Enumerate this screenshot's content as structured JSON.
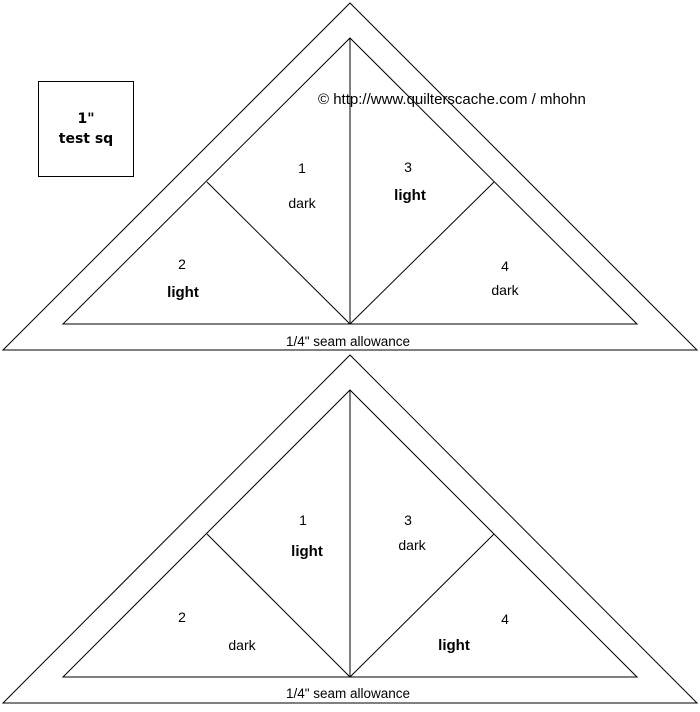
{
  "test_square": {
    "line1": "1\"",
    "line2": "test sq"
  },
  "copyright": "© http://www.quilterscache.com / mhohn",
  "blocks": [
    {
      "seam_label": "1/4\" seam allowance",
      "pieces": [
        {
          "number": "1",
          "shade": "dark"
        },
        {
          "number": "2",
          "shade": "light"
        },
        {
          "number": "3",
          "shade": "light"
        },
        {
          "number": "4",
          "shade": "dark"
        }
      ]
    },
    {
      "seam_label": "1/4\" seam allowance",
      "pieces": [
        {
          "number": "1",
          "shade": "light"
        },
        {
          "number": "2",
          "shade": "dark"
        },
        {
          "number": "3",
          "shade": "dark"
        },
        {
          "number": "4",
          "shade": "light"
        }
      ]
    }
  ]
}
